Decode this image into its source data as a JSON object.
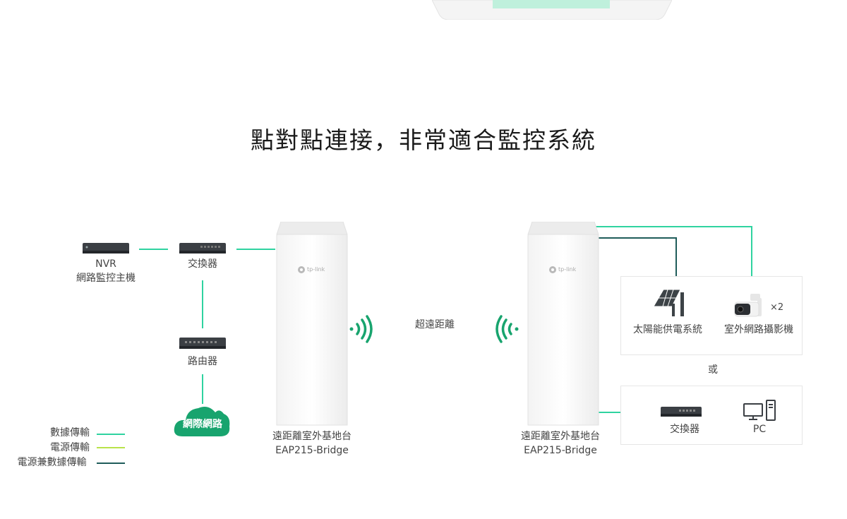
{
  "title": "點對點連接，非常適合監控系統",
  "left": {
    "nvr_label": "NVR",
    "nvr_sub": "網路監控主機",
    "switch_label": "交換器",
    "router_label": "路由器",
    "cloud_label": "網際網路",
    "ap_label_line1": "遠距離室外基地台",
    "ap_label_line2": "EAP215-Bridge",
    "ap_logo": "tp-link"
  },
  "middle": {
    "distance_label": "超遠距離"
  },
  "right": {
    "ap_label_line1": "遠距離室外基地台",
    "ap_label_line2": "EAP215-Bridge",
    "ap_logo": "tp-link",
    "solar_label": "太陽能供電系統",
    "camera_label": "室外網路攝影機",
    "camera_count": "×2",
    "or_label": "或",
    "switch_label": "交換器",
    "pc_label": "PC"
  },
  "legend": [
    {
      "label": "數據傳輸",
      "color": "#2fd3a0"
    },
    {
      "label": "電源傳輸",
      "color": "#b9e34a"
    },
    {
      "label": "電源兼數據傳輸",
      "color": "#1f5c5a"
    }
  ],
  "colors": {
    "data": "#2fd3a0",
    "power": "#b9e34a",
    "poe": "#1f5c5a",
    "cloud": "#18a46e",
    "signal": "#18a46e"
  }
}
